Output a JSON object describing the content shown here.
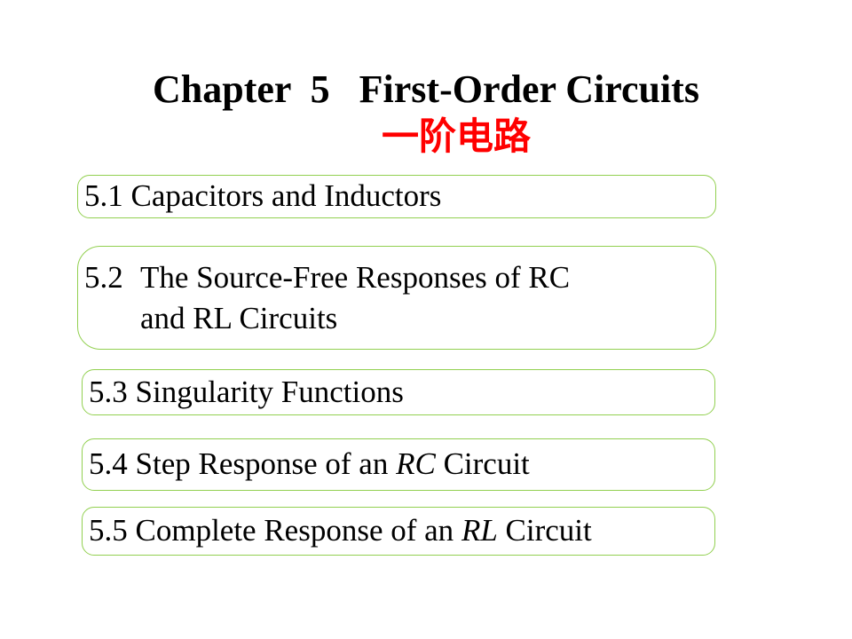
{
  "slide": {
    "title": "Chapter  5   First-Order Circuits",
    "subtitle": "一阶电路",
    "sections": [
      {
        "number": "5.1",
        "text": "Capacitors and Inductors"
      },
      {
        "number": "5.2",
        "text_line1": "The Source-Free Responses of RC",
        "text_line2": "and RL Circuits"
      },
      {
        "number": "5.3",
        "text": "Singularity Functions"
      },
      {
        "number": "5.4",
        "text_before": "Step Response of an ",
        "text_italic": "RC",
        "text_after": " Circuit"
      },
      {
        "number": "5.5",
        "text_before": "Complete Response of an ",
        "text_italic": "RL",
        "text_after": " Circuit"
      }
    ]
  },
  "colors": {
    "title": "#000000",
    "subtitle": "#ff0000",
    "box_border": "#92d050"
  }
}
